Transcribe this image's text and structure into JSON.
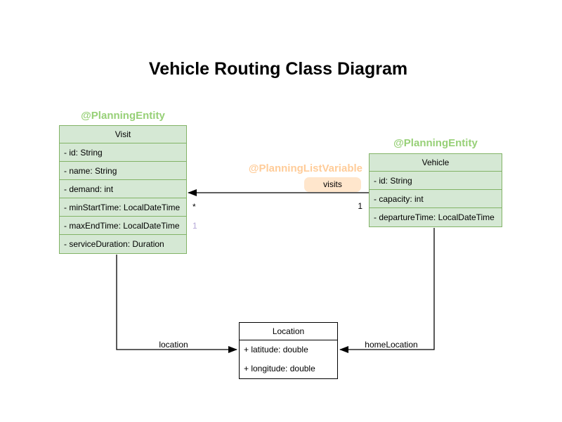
{
  "title": "Vehicle Routing Class Diagram",
  "colors": {
    "class_fill_green": "#d5e8d4",
    "class_border_green": "#82b366",
    "class_fill_plain": "#ffffff",
    "class_border_plain": "#000000",
    "annotation_green": "#97d077",
    "annotation_orange": "#ffcc99",
    "edge_label_fill": "#ffe6cc",
    "multiplicity_purple": "#b5a7d6",
    "line": "#000000"
  },
  "visit": {
    "annotation": "@PlanningEntity",
    "name": "Visit",
    "attributes": [
      "- id: String",
      "- name: String",
      "- demand: int",
      "- minStartTime: LocalDateTime",
      "- maxEndTime: LocalDateTime",
      "- serviceDuration: Duration"
    ]
  },
  "vehicle": {
    "annotation": "@PlanningEntity",
    "name": "Vehicle",
    "attributes": [
      "- id: String",
      "- capacity: int",
      "- departureTime: LocalDateTime"
    ]
  },
  "location": {
    "name": "Location",
    "attributes": [
      "+ latitude: double",
      "+ longitude: double"
    ]
  },
  "edges": {
    "visits": {
      "annotation": "@PlanningListVariable",
      "label": "visits",
      "multiplicity_target": "*",
      "multiplicity_source": "1",
      "multiplicity_secondary": "1"
    },
    "location": {
      "label": "location"
    },
    "home_location": {
      "label": "homeLocation"
    }
  }
}
